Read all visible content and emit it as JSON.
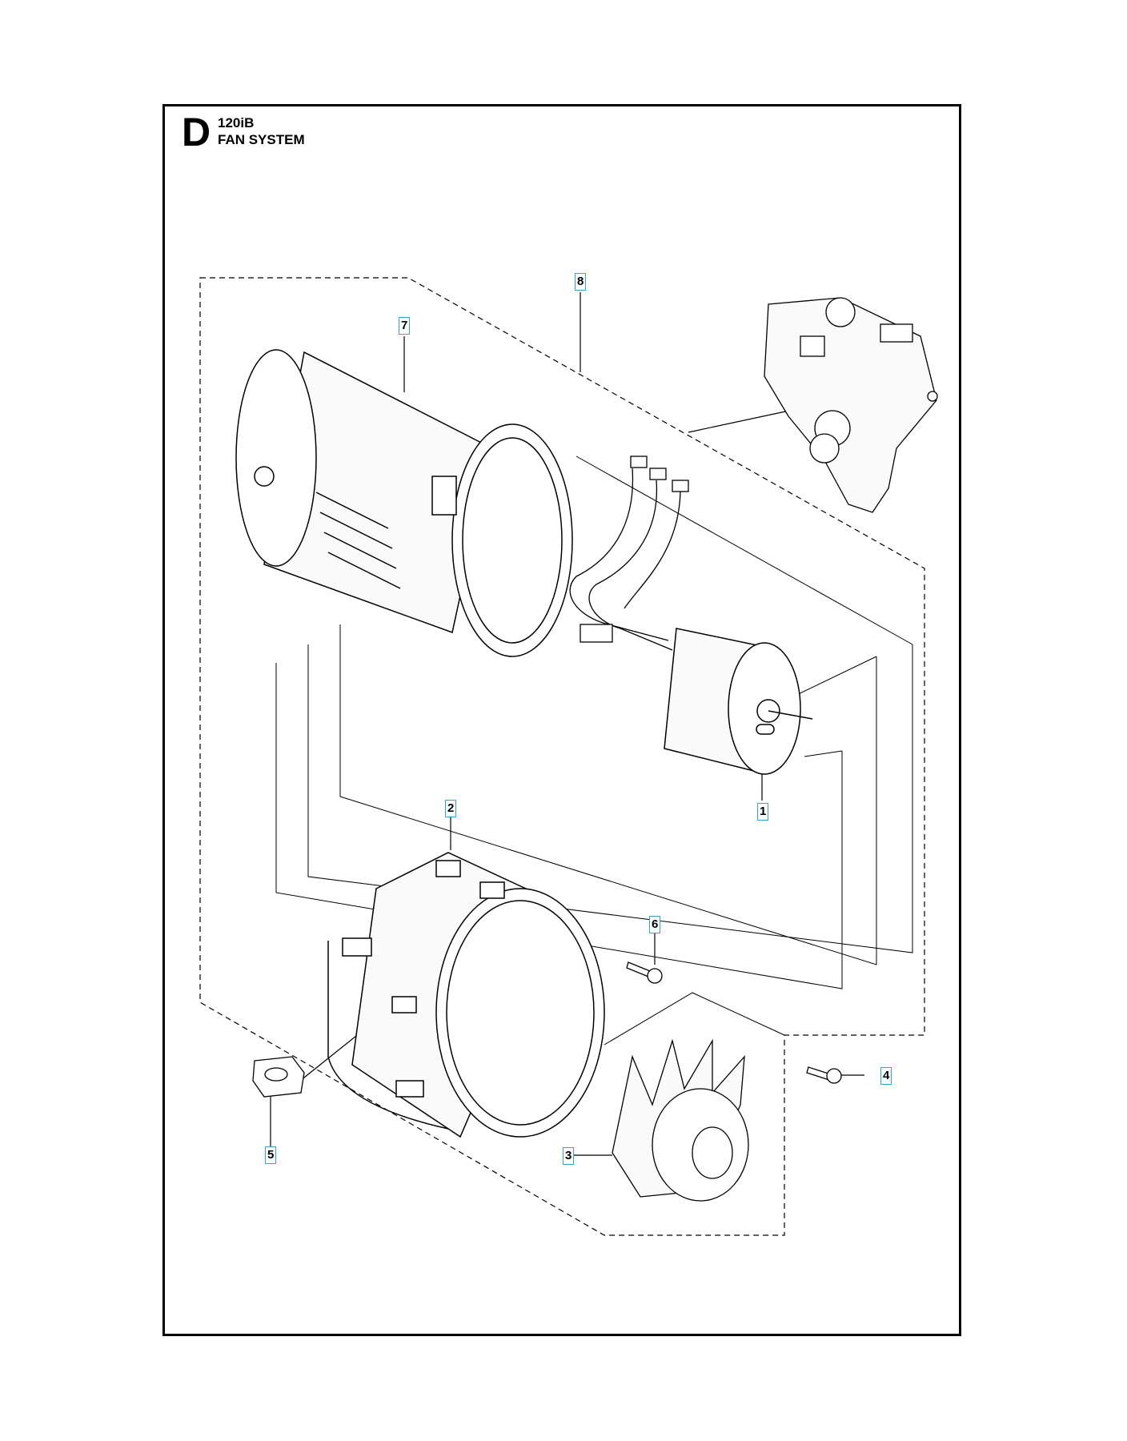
{
  "section": {
    "letter": "D",
    "model": "120iB",
    "name": "FAN SYSTEM"
  },
  "callouts": {
    "c1": "1",
    "c2": "2",
    "c3": "3",
    "c4": "4",
    "c5": "5",
    "c6": "6",
    "c7": "7",
    "c8": "8"
  },
  "colors": {
    "callout_border": "#29a8e0",
    "line": "#000000"
  }
}
